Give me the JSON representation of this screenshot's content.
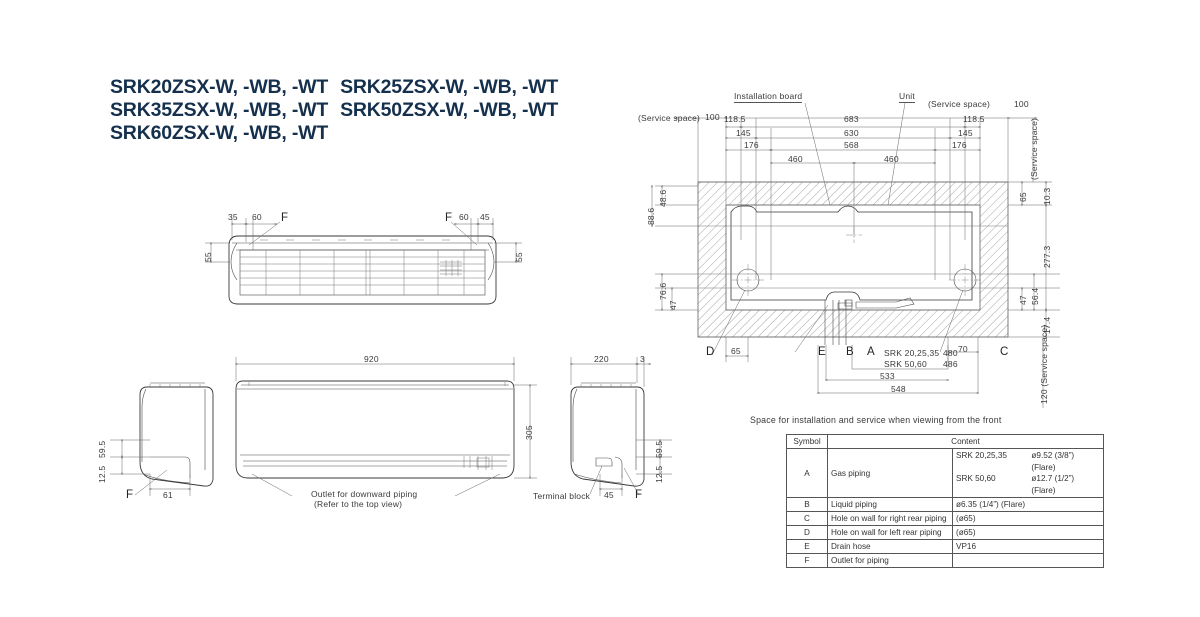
{
  "title": {
    "lines": [
      {
        "left": "SRK20ZSX-W, -WB, -WT",
        "right": "SRK25ZSX-W, -WB, -WT"
      },
      {
        "left": "SRK35ZSX-W, -WB, -WT",
        "right": "SRK50ZSX-W, -WB, -WT"
      },
      {
        "left": "SRK60ZSX-W, -WB, -WT",
        "right": ""
      }
    ]
  },
  "top_view": {
    "dim_left_1": "35",
    "dim_left_2": "60",
    "callout_left": "F",
    "callout_right": "F",
    "dim_right_1": "60",
    "dim_right_2": "45",
    "dim_height_left": "55",
    "dim_height_right": "55"
  },
  "front_view": {
    "width": "920",
    "height": "305",
    "note_line1": "Outlet for downward piping",
    "note_line2": "(Refer to the top view)"
  },
  "left_side_view": {
    "dim_upper": "59.5",
    "dim_lower": "12.5",
    "callout": "F",
    "dim_depth": "61"
  },
  "right_side_view": {
    "dim_depth": "220",
    "dim_gap": "3",
    "dim_upper": "59.5",
    "dim_lower": "12.5",
    "dim_offset": "45",
    "callout": "F",
    "note": "Terminal block"
  },
  "installation_diagram": {
    "label_installation_board": "Installation board",
    "label_unit": "Unit",
    "service_space_left": "(Service space)",
    "service_space_right": "(Service space)",
    "service_space_right_vert": "(Service space)",
    "service_space_bottom_vert": "120 (Service space)",
    "top_left": {
      "s100": "100",
      "d1185": "118.5",
      "d145": "145",
      "d176": "176",
      "d460": "460"
    },
    "top_center": {
      "d683": "683",
      "d630": "630",
      "d568": "568"
    },
    "top_right": {
      "s100": "100",
      "d1185": "118.5",
      "d145": "145",
      "d176": "176",
      "d460": "460"
    },
    "left_dims": [
      "48.6",
      "88.6",
      "76.6",
      "47"
    ],
    "right_dims": [
      "65",
      "10.3",
      "277.3",
      "56.4",
      "47",
      "17.4"
    ],
    "bottom_letters": [
      "D",
      "E",
      "B",
      "A",
      "C"
    ],
    "dim_65": "65",
    "dim_70": "70",
    "srk_small_label": "SRK 20,25,35",
    "srk_small_value": "480",
    "srk_large_label": "SRK 50,60",
    "srk_large_value": "486",
    "dim_533": "533",
    "dim_548": "548",
    "caption": "Space for installation and service when viewing from the front"
  },
  "spec_table": {
    "header_symbol": "Symbol",
    "header_content": "Content",
    "rows": [
      {
        "symbol": "A",
        "desc": "Gas piping",
        "content_a1": "SRK 20,25,35",
        "content_b1": "ø9.52 (3/8”)  (Flare)",
        "content_a2": "SRK 50,60",
        "content_b2": "ø12.7 (1/2”)  (Flare)"
      },
      {
        "symbol": "B",
        "desc": "Liquid piping",
        "content": "ø6.35 (1/4”)  (Flare)"
      },
      {
        "symbol": "C",
        "desc": "Hole on wall for right rear piping",
        "content": "(ø65)"
      },
      {
        "symbol": "D",
        "desc": "Hole on wall for left rear piping",
        "content": "(ø65)"
      },
      {
        "symbol": "E",
        "desc": "Drain hose",
        "content": "VP16"
      },
      {
        "symbol": "F",
        "desc": "Outlet for piping",
        "content": ""
      }
    ]
  }
}
